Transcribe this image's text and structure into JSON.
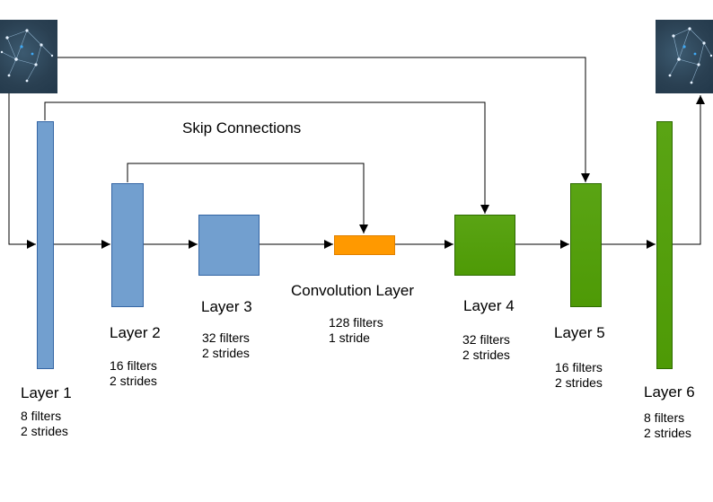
{
  "skip_label": "Skip Connections",
  "layers": [
    {
      "name": "Layer 1",
      "line1": "8 filters",
      "line2": "2 strides"
    },
    {
      "name": "Layer 2",
      "line1": "16 filters",
      "line2": "2 strides"
    },
    {
      "name": "Layer 3",
      "line1": "32 filters",
      "line2": "2 strides"
    },
    {
      "name": "Convolution Layer",
      "line1": "128 filters",
      "line2": "1 stride"
    },
    {
      "name": "Layer 4",
      "line1": "32 filters",
      "line2": "2 strides"
    },
    {
      "name": "Layer 5",
      "line1": "16 filters",
      "line2": "2 strides"
    },
    {
      "name": "Layer 6",
      "line1": "8 filters",
      "line2": "2 strides"
    }
  ],
  "colors": {
    "encoder": "#729fcf",
    "bottleneck": "#ff9900",
    "decoder": "#4e9a06",
    "image_background": "#2a4052"
  }
}
